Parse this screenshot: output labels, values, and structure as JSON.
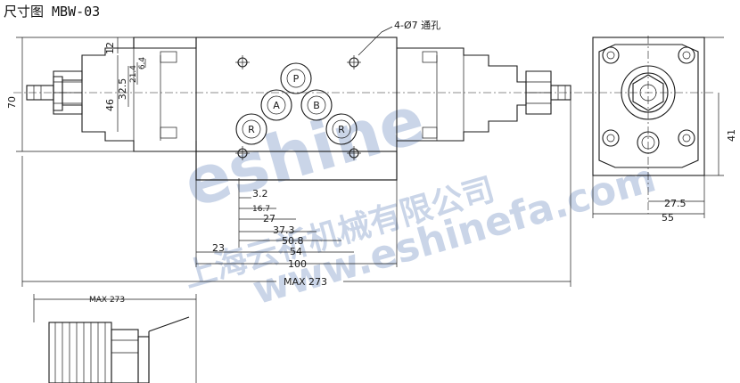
{
  "title": "尺寸图 MBW-03",
  "annotations": {
    "holes": "4-Ø7 通孔",
    "overall_max": "MAX 273",
    "detail_max": "MAX 273"
  },
  "ports": [
    "P",
    "A",
    "B",
    "R",
    "R"
  ],
  "dimensions": {
    "d3_2": "3.2",
    "d16_7": "16.7",
    "d27": "27",
    "d37_3": "37.3",
    "d50_8": "50.8",
    "d23": "23",
    "d54": "54",
    "d100": "100",
    "d70": "70",
    "d46": "46",
    "d32_5": "32.5",
    "d21_4": "21.4",
    "d6_4": "6.4",
    "d12": "12",
    "d41": "41",
    "d27_5": "27.5",
    "d55": "55"
  },
  "watermark": {
    "brand": "eshine",
    "company": "上海云祈机械有限公司",
    "url": "www.eshinefa.com"
  },
  "colors": {
    "line": "#1a1a1a",
    "watermark": "#9fb4d6"
  }
}
